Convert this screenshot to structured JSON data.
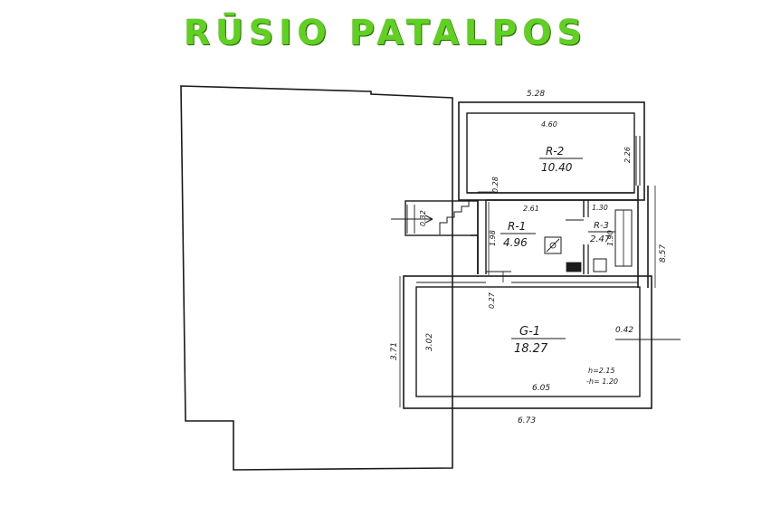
{
  "title": "RŪSIO PATALPOS",
  "colors": {
    "title": "#5fd11f",
    "ink": "#1a1a1a",
    "wall_fill": "#ffffff"
  },
  "rooms": {
    "r2": {
      "name": "R-2",
      "area": "10.40"
    },
    "r1": {
      "name": "R-1",
      "area": "4.96"
    },
    "r3": {
      "name": "R-3",
      "area": "2.47"
    },
    "g1": {
      "name": "G-1",
      "area": "18.27"
    }
  },
  "dimensions": {
    "top_outer": "5.28",
    "r2_width": "4.60",
    "r2_depth": "2.26",
    "r1_width": "2.61",
    "r1_depth": "1.98",
    "r3_width": "1.30",
    "r3_depth": "1.90",
    "right_total": "8.57",
    "wall_a": "0.28",
    "wall_b": "0.27",
    "wall_c": "0.32",
    "g1_wall": "0.42",
    "g1_depth_outer": "3.71",
    "g1_depth_inner": "3.02",
    "g1_width_inner": "6.05",
    "g1_width_outer": "6.73",
    "height_h": "h=2.15",
    "height_neg": "-h= 1.20"
  }
}
